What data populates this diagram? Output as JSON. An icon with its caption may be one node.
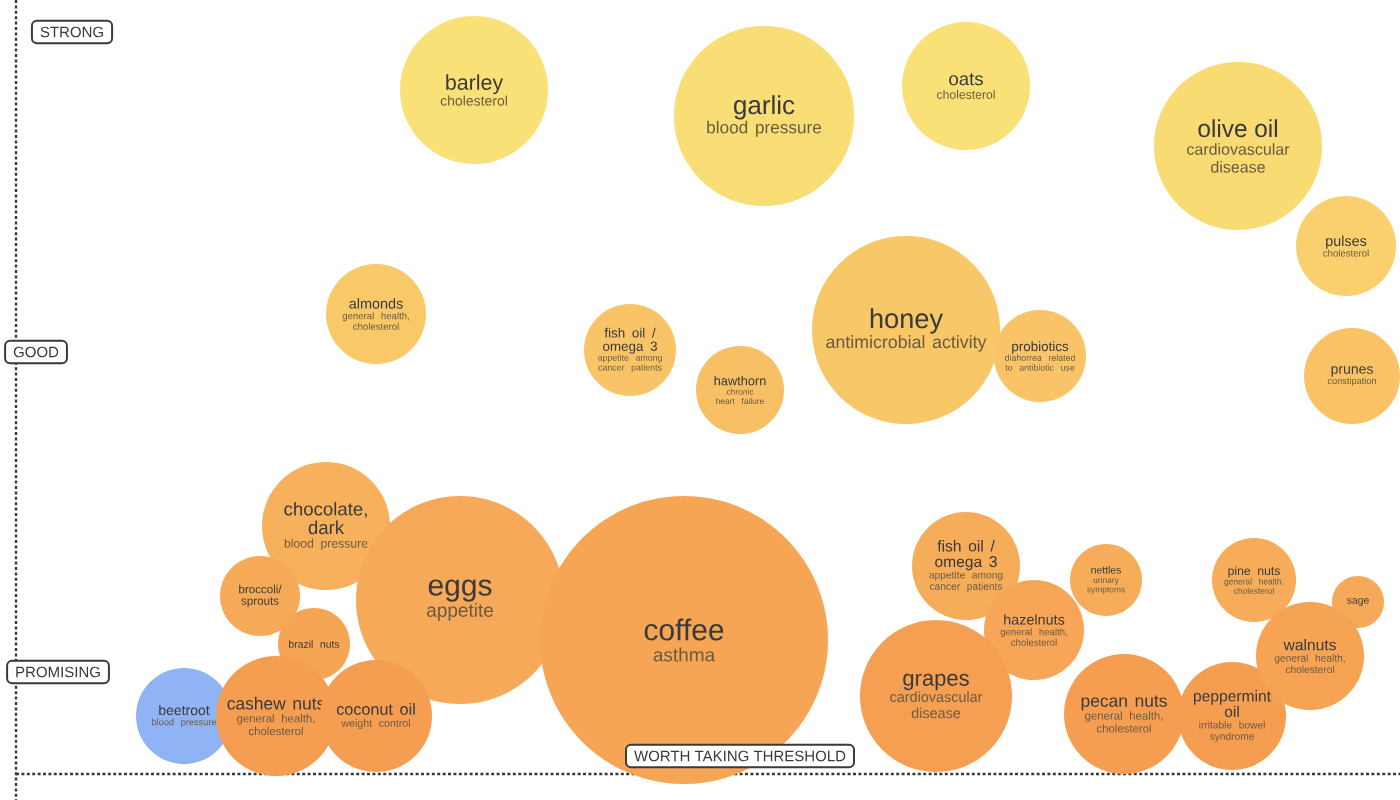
{
  "diagram": {
    "nodes": [
      {
        "text": [
          "STRONG"
        ]
      },
      {
        "text": [
          "GOOD"
        ]
      },
      {
        "text": [
          "PROMISING"
        ]
      },
      {
        "text": [
          "WORTH TAKING THRESHOLD"
        ]
      },
      {
        "text": [
          "barley",
          "cholesterol"
        ]
      },
      {
        "text": [
          "garlic",
          "blood pressure"
        ]
      },
      {
        "text": [
          "oats",
          "cholesterol"
        ]
      },
      {
        "text": [
          "olive oil",
          "cardiovascular disease"
        ]
      },
      {
        "text": [
          "pulses",
          "cholesterol"
        ]
      },
      {
        "text": [
          "almonds",
          "general health, cholesterol"
        ]
      },
      {
        "text": [
          "fish oil / omega 3",
          "appetite among cancer patients"
        ]
      },
      {
        "text": [
          "hawthorn",
          "chronic heart failure"
        ]
      },
      {
        "text": [
          "honey",
          "antimicrobial activity"
        ]
      },
      {
        "text": [
          "probiotics",
          "diahorrea related to antibiotic use"
        ]
      },
      {
        "text": [
          "prunes",
          "constipation"
        ]
      },
      {
        "text": [
          "chocolate, dark",
          "blood pressure"
        ]
      },
      {
        "text": [
          "eggs",
          "appetite"
        ]
      },
      {
        "text": [
          "coffee",
          "asthma"
        ]
      },
      {
        "text": [
          "broccoli/ sprouts"
        ]
      },
      {
        "text": [
          "brazil nuts"
        ]
      },
      {
        "text": [
          "beetroot",
          "blood pressure"
        ]
      },
      {
        "text": [
          "cashew nuts",
          "general health, cholesterol"
        ]
      },
      {
        "text": [
          "coconut oil",
          "weight control"
        ]
      },
      {
        "text": [
          "fish oil / omega 3",
          "appetite among cancer patients"
        ]
      },
      {
        "text": [
          "hazelnuts",
          "general health, cholesterol"
        ]
      },
      {
        "text": [
          "nettles",
          "urinary symptoms"
        ]
      },
      {
        "text": [
          "grapes",
          "cardiovascular disease"
        ]
      },
      {
        "text": [
          "pecan nuts",
          "general health, cholesterol"
        ]
      },
      {
        "text": [
          "peppermint oil",
          "irritable bowel syndrome"
        ]
      },
      {
        "text": [
          "pine nuts",
          "general health, cholesterol"
        ]
      },
      {
        "text": [
          "sage"
        ]
      },
      {
        "text": [
          "walnuts",
          "general health, cholesterol"
        ]
      }
    ]
  }
}
